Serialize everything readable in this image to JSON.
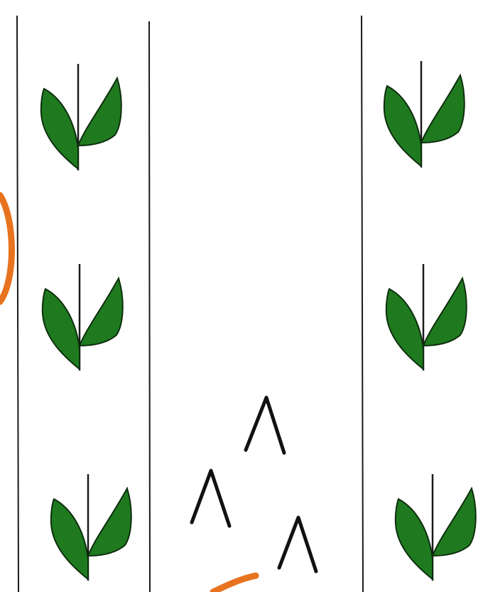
{
  "colors": {
    "background": "#ffffff",
    "line": "#1a1a1a",
    "leaf_fill": "#1f7a1f",
    "leaf_stroke": "#0d2e0d",
    "accent_orange": "#e8731f"
  },
  "icons": {
    "plant": "plant-seedling-icon",
    "caret": "caret-wedge-icon"
  },
  "counts": {
    "plants_left_column": 3,
    "plants_right_column": 3,
    "wedges_middle_column": 3
  }
}
